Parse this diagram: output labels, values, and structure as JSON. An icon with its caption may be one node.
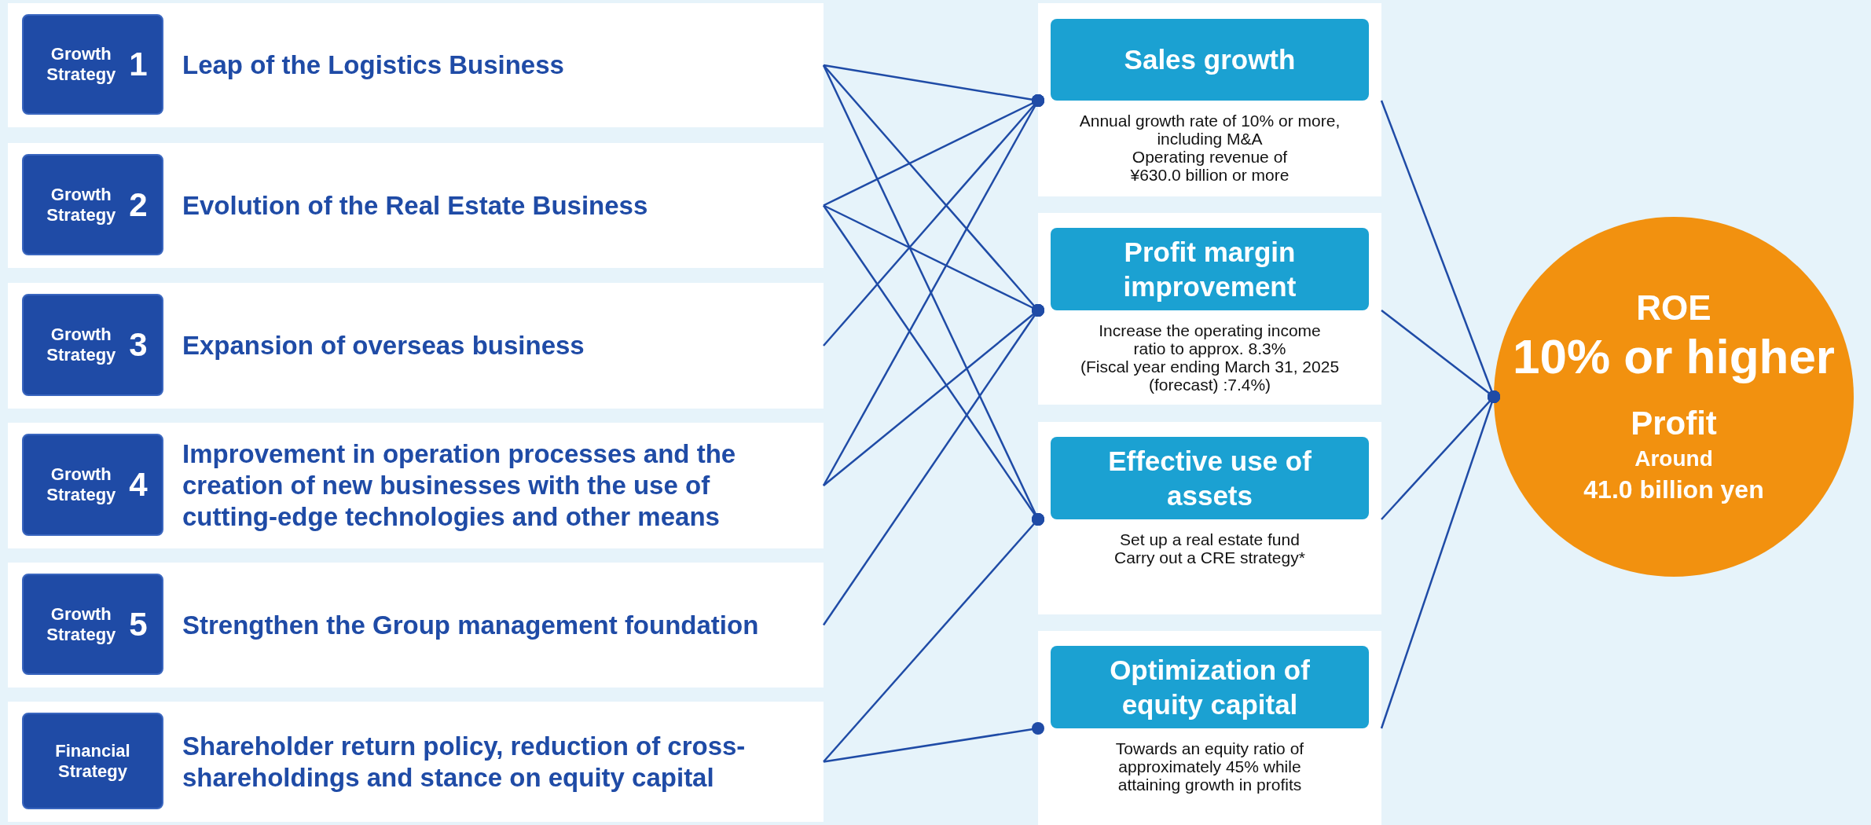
{
  "diagram": {
    "nodes": [
      {
        "text": [
          "Leap of the Logistics Business"
        ]
      },
      {
        "text": [
          "Growth Strategy",
          "1"
        ],
        "in": 0
      },
      {
        "text": [
          "Evolution of the Real Estate Business"
        ]
      },
      {
        "text": [
          "Growth Strategy",
          "2"
        ],
        "in": 2
      },
      {
        "text": [
          "Expansion of overseas business"
        ]
      },
      {
        "text": [
          "Growth Strategy",
          "3"
        ],
        "in": 4
      },
      {
        "text": [
          "Improvement in operation processes and the creation of new businesses with the use of cutting-edge technologies and other means"
        ]
      },
      {
        "text": [
          "Growth Strategy",
          "4"
        ],
        "in": 6
      },
      {
        "text": [
          "Strengthen the Group management foundation"
        ]
      },
      {
        "text": [
          "Growth Strategy",
          "5"
        ],
        "in": 8
      },
      {
        "text": [
          "Shareholder return policy, reduction of cross-shareholdings and stance on equity capital"
        ]
      },
      {
        "text": [
          "Financial Strategy"
        ],
        "in": 10
      },
      {
        "text": [
          "Annual growth rate of 10% or more, including M&A",
          "Operating revenue of ¥630.0 billion or more"
        ]
      },
      {
        "text": [
          "Sales growth"
        ],
        "in": 12
      },
      {
        "text": [
          "Increase the operating income ratio to approx. 8.3%",
          "(Fiscal year ending March 31, 2025 (forecast) :7.4%)"
        ]
      },
      {
        "text": [
          "Profit margin improvement"
        ],
        "in": 14
      },
      {
        "text": [
          "Set up a real estate fund",
          "Carry out a CRE strategy*"
        ]
      },
      {
        "text": [
          "Effective use of assets"
        ],
        "in": 16
      },
      {
        "text": [
          "Towards an equity ratio of approximately 45% while attaining growth in profits"
        ]
      },
      {
        "text": [
          "Optimization of equity capital"
        ],
        "in": 18
      },
      {
        "text": [
          "ROE",
          "10% or higher",
          "Profit",
          "Around",
          "41.0 billion yen"
        ]
      }
    ],
    "edges": [
      {
        "from": 0,
        "to": 12,
        "arrow": "other"
      },
      {
        "from": 0,
        "to": 14,
        "arrow": "other"
      },
      {
        "from": 0,
        "to": 16,
        "arrow": "other"
      },
      {
        "from": 2,
        "to": 12,
        "arrow": "other"
      },
      {
        "from": 2,
        "to": 14,
        "arrow": "other"
      },
      {
        "from": 2,
        "to": 16,
        "arrow": "other"
      },
      {
        "from": 4,
        "to": 12,
        "arrow": "other"
      },
      {
        "from": 6,
        "to": 12,
        "arrow": "other"
      },
      {
        "from": 6,
        "to": 14,
        "arrow": "other"
      },
      {
        "from": 8,
        "to": 14,
        "arrow": "other"
      },
      {
        "from": 10,
        "to": 16,
        "arrow": "other"
      },
      {
        "from": 10,
        "to": 18,
        "arrow": "other"
      },
      {
        "from": 12,
        "to": 20,
        "arrow": "other"
      },
      {
        "from": 14,
        "to": 20,
        "arrow": "other"
      },
      {
        "from": 16,
        "to": 20,
        "arrow": "other"
      },
      {
        "from": 18,
        "to": 20,
        "arrow": "other"
      }
    ]
  }
}
